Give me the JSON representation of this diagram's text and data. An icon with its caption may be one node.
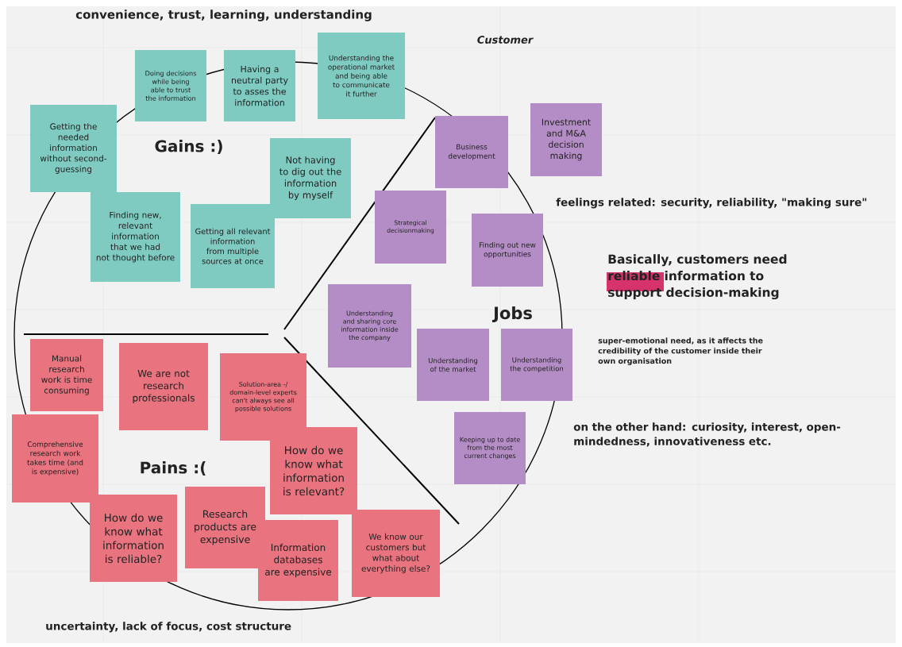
{
  "diagram": {
    "title": "Customer",
    "nodes": [
      {
        "text": [
          "Getting the needed information without second-guessing"
        ]
      },
      {
        "text": [
          "Doing decisions while being able to trust the information"
        ]
      },
      {
        "text": [
          "Having a neutral party to asses the information"
        ]
      },
      {
        "text": [
          "Understanding the operational market and being able to communicate it further"
        ]
      },
      {
        "text": [
          "Not having to dig out the information by myself"
        ]
      },
      {
        "text": [
          "Finding new, relevant information that we had not thought before"
        ]
      },
      {
        "text": [
          "Getting all relevant information from multiple sources at once"
        ]
      },
      {
        "text": [
          "Business development"
        ]
      },
      {
        "text": [
          "Investment and M&A decision making"
        ]
      },
      {
        "text": [
          "Strategical decisionmaking"
        ]
      },
      {
        "text": [
          "Finding out new opportunities"
        ]
      },
      {
        "text": [
          "Understanding and sharing core information inside the company"
        ]
      },
      {
        "text": [
          "Understanding of the market"
        ]
      },
      {
        "text": [
          "Understanding the competition"
        ]
      },
      {
        "text": [
          "Keeping up to date from the most current changes"
        ]
      },
      {
        "text": [
          "Manual research work is time consuming"
        ]
      },
      {
        "text": [
          "We are not research professionals"
        ]
      },
      {
        "text": [
          "Solution-area -/ domain-level experts can't always see all possible solutions"
        ]
      },
      {
        "text": [
          "Comprehensive research work takes time (and is expensive)"
        ]
      },
      {
        "text": [
          "How do we know what information is relevant?"
        ]
      },
      {
        "text": [
          "How do we know what information is reliable?"
        ]
      },
      {
        "text": [
          "Research products are expensive"
        ]
      },
      {
        "text": [
          "Information databases are expensive"
        ]
      },
      {
        "text": [
          "We know our customers but what about everything else?"
        ]
      }
    ],
    "labels": [
      "convenience, trust, learning, understanding",
      "Gains :)",
      "feelings related: security, reliability, \"making sure\"",
      "Basically, customers need reliable information to support decision-making",
      "Jobs",
      "super-emotional need, as it affects the credibility of the customer inside their own organisation",
      "on the other hand: curiosity, interest, open-mindedness, innovativeness etc.",
      "Pains :(",
      "uncertainty, lack of focus, cost structure"
    ]
  }
}
